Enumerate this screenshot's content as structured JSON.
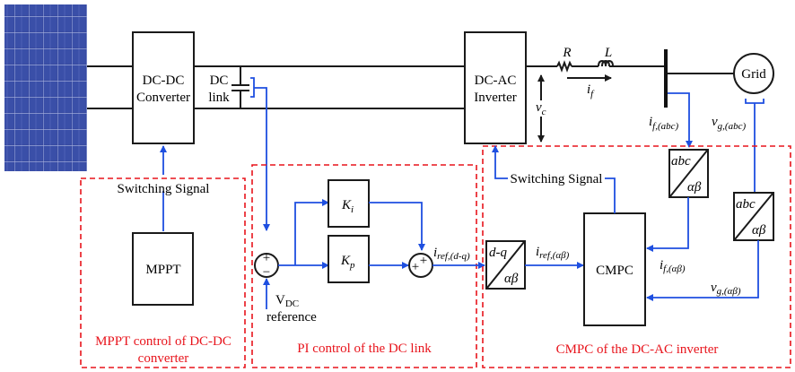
{
  "diagram": {
    "title": "Grid-connected PV system control block diagram",
    "blocks": {
      "dcdc": [
        "DC-DC",
        "Converter"
      ],
      "dclink": [
        "DC",
        "link"
      ],
      "dcac": [
        "DC-AC",
        "Inverter"
      ],
      "grid": "Grid",
      "mppt": "MPPT",
      "ki": "K",
      "ki_sub": "i",
      "kp": "K",
      "kp_sub": "p",
      "cmpc": "CMPC",
      "dq_top": "d-q",
      "ab": "αβ",
      "abc": "abc"
    },
    "signals": {
      "R": "R",
      "L": "L",
      "if": "i",
      "if_sub": "f",
      "vc": "v",
      "vc_sub": "c",
      "if_abc": "i",
      "if_abc_sub": "f,(abc)",
      "vg_abc": "v",
      "vg_abc_sub": "g,(abc)",
      "switching_signal_mppt": "Switching Signal",
      "switching_signal_cmpc": "Switching Signal",
      "vdc": "V",
      "vdc_sub": "DC",
      "vdc_ref": "reference",
      "iref_dq": "i",
      "iref_dq_sub": "ref,(d-q)",
      "iref_ab": "i",
      "iref_ab_sub": "ref,(αβ)",
      "if_ab": "i",
      "if_ab_sub": "f,(αβ)",
      "vg_ab": "v",
      "vg_ab_sub": "g,(αβ)",
      "plus": "+",
      "minus": "−"
    },
    "regions": {
      "mppt": [
        "MPPT control of DC-DC",
        "converter"
      ],
      "pi": "PI control of the DC link",
      "cmpc": "CMPC of the DC-AC inverter"
    },
    "colors": {
      "signal": "#1e4fe0",
      "region": "#e8141c",
      "panel": "#2f3f8f"
    }
  }
}
